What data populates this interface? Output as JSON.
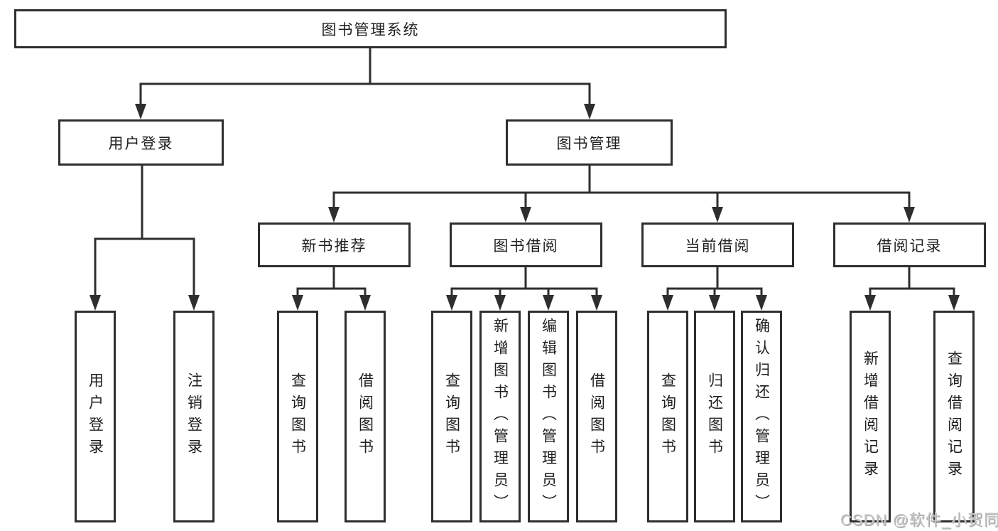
{
  "colors": {
    "line": "#2e2e2e",
    "border": "#2e2e2e",
    "text": "#1f1f1f",
    "background": "#ffffff",
    "watermark": "#c6c6c6"
  },
  "root": {
    "label": "图书管理系统"
  },
  "level2": {
    "user_login": {
      "label": "用户登录"
    },
    "book_mgmt": {
      "label": "图书管理"
    }
  },
  "level3": {
    "new_books": {
      "label": "新书推荐"
    },
    "book_borrow": {
      "label": "图书借阅"
    },
    "current_borrow": {
      "label": "当前借阅"
    },
    "borrow_records": {
      "label": "借阅记录"
    }
  },
  "leaves": {
    "user_login": {
      "label": "用户登录"
    },
    "logout": {
      "label": "注销登录"
    },
    "nb_query_books": {
      "label": "查询图书"
    },
    "nb_borrow_books": {
      "label": "借阅图书"
    },
    "bb_query_books": {
      "label": "查询图书"
    },
    "bb_add_books": {
      "label": "新增图书（管理员）"
    },
    "bb_edit_books": {
      "label": "编辑图书（管理员）"
    },
    "bb_borrow_books": {
      "label": "借阅图书"
    },
    "cb_query_books": {
      "label": "查询图书"
    },
    "cb_return_books": {
      "label": "归还图书"
    },
    "cb_confirm_return": {
      "label": "确认归还（管理员）"
    },
    "br_add_record": {
      "label": "新增借阅记录"
    },
    "br_query_record": {
      "label": "查询借阅记录"
    }
  },
  "watermark": "CSDN @软件_小贺同学"
}
